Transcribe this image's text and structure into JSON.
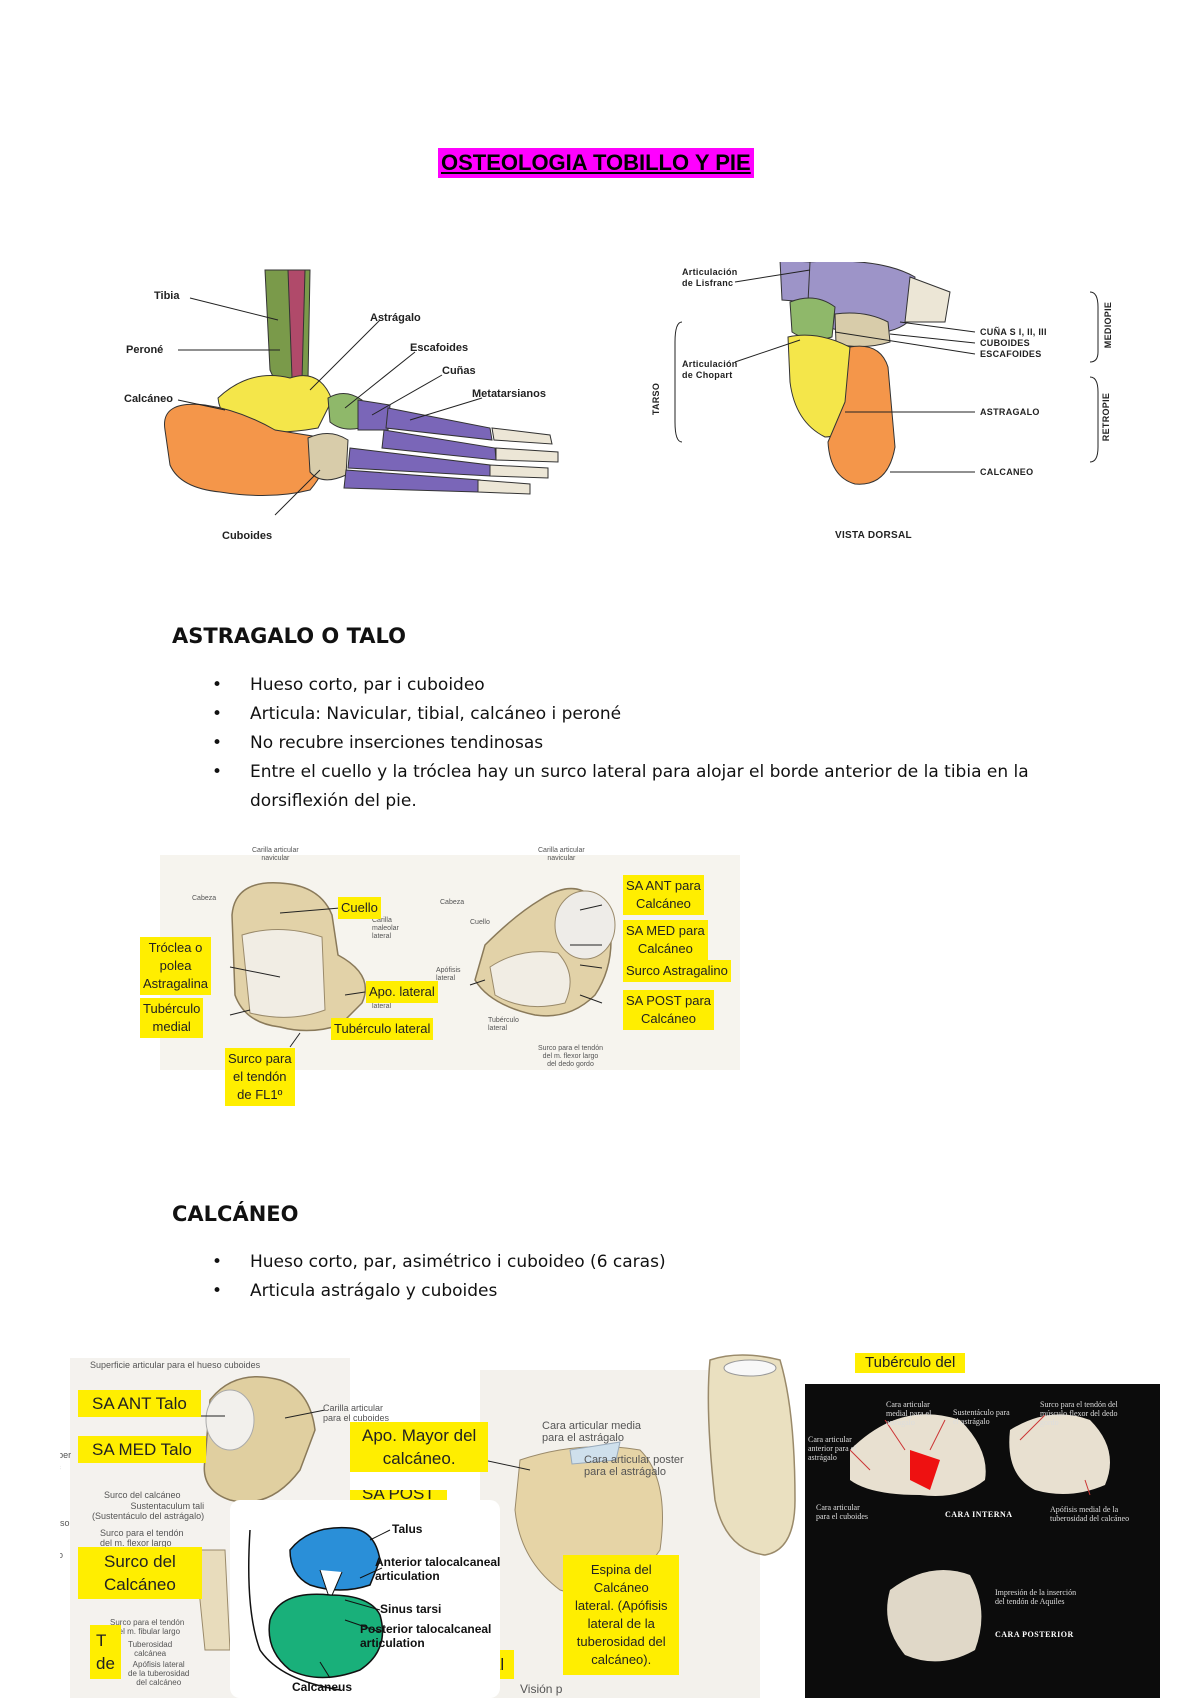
{
  "title": "OSTEOLOGIA TOBILLO Y PIE",
  "foot_lateral": {
    "labels": {
      "tibia": "Tibia",
      "perone": "Peroné",
      "calcaneo": "Calcáneo",
      "astragalo": "Astrágalo",
      "escafoides": "Escafoides",
      "cunas": "Cuñas",
      "metatarsianos": "Metatarsianos",
      "cuboides": "Cuboides"
    },
    "colors": {
      "tibia": "#7a9a4a",
      "perone": "#b04a6a",
      "astragalo": "#f4e64a",
      "calcaneo": "#f4964a",
      "escafoides": "#8fb86a",
      "cuboides": "#d8ccaa",
      "metatarsianos": "#7a66b8"
    }
  },
  "foot_dorsal": {
    "labels": {
      "lisfranc": [
        "Articulación",
        "de Lisfranc"
      ],
      "chopart": [
        "Articulación",
        "de Chopart"
      ],
      "tarso": "TARSO",
      "cunas": "CUÑA S I, II, III",
      "cuboides": "CUBOIDES",
      "escafoides": "ESCAFOIDES",
      "astragalo": "ASTRAGALO",
      "calcaneo": "CALCANEO",
      "medpie": "MEDIOPIE",
      "retropie": "RETROPIE",
      "vista": "VISTA DORSAL"
    }
  },
  "section_talus": {
    "heading": "ASTRAGALO O TALO",
    "bullets": [
      "Hueso corto, par i cuboideo",
      "Articula: Navicular, tibial, calcáneo i peroné",
      "No recubre inserciones tendinosas",
      "Entre el cuello y la tróclea hay un surco lateral para alojar el borde anterior de la tibia en la dorsiflexión del pie."
    ],
    "tags": {
      "cuello": "Cuello",
      "troclea": [
        "Tróclea o",
        "polea",
        "Astragalina"
      ],
      "tuberculo_medial": [
        "Tubérculo",
        "medial"
      ],
      "apo_lateral": "Apo. lateral",
      "tuberculo_lateral": "Tubérculo lateral",
      "surco_fl1": [
        "Surco para",
        "el tendón",
        "de FL1º"
      ],
      "sa_ant": [
        "SA ANT para",
        "Calcáneo"
      ],
      "sa_med": [
        "SA MED para",
        "Calcáneo"
      ],
      "surco_astragalino": "Surco Astragalino",
      "sa_post": [
        "SA POST para",
        "Calcáneo"
      ]
    },
    "small": {
      "carilla_navicular": [
        "Carilla articular",
        "navicular"
      ],
      "cabeza": "Cabeza",
      "carilla_maleolar": [
        "Carilla",
        "maleolar",
        "lateral"
      ],
      "lateral": "lateral",
      "cabeza2": "Cabeza",
      "cuello2": "Cuello",
      "apofisis": [
        "Apófisis",
        "lateral"
      ],
      "carilla2": [
        "Carilla articular",
        "navicular"
      ],
      "tuberculo_lat2": [
        "Tubérculo",
        "lateral"
      ],
      "surco_flexor": [
        "Surco para el tendón",
        "del m. flexor largo",
        "del dedo gordo"
      ]
    }
  },
  "section_calcaneus": {
    "heading": "CALCÁNEO",
    "bullets": [
      "Hueso corto, par, asimétrico i cuboideo (6 caras)",
      "Articula astrágalo y cuboides"
    ],
    "tags": {
      "sa_ant_talo": "SA ANT Talo",
      "sa_med_talo": "SA MED Talo",
      "apo_mayor": [
        "Apo. Mayor del",
        "calcáneo."
      ],
      "sa_post_partial": "SA POST",
      "surco_calcaneo": [
        "Surco del",
        "Calcáneo"
      ],
      "t_partial": [
        "T",
        "de"
      ],
      "peroneal": "peroneal",
      "espina": [
        "Espina del",
        "Calcáneo",
        "lateral. (Apófisis",
        "lateral de la",
        "tuberosidad del",
        "calcáneo)."
      ],
      "tuberculo_del": "Tubérculo del"
    },
    "small": {
      "superficie": "Superficie articular para el hueso cuboides",
      "carilla_cuboides": [
        "Carilla articular",
        "para el cuboides"
      ],
      "surco_calc": "Surco del calcáneo",
      "sustentaculum": [
        "Sustentaculum tali",
        "(Sustentáculo del astrágalo)"
      ],
      "surco_tendon": [
        "Surco para el tendón",
        "del m. flexor largo"
      ],
      "surco_fibular": [
        "Surco para el tendón",
        "del m. fibular largo"
      ],
      "tuberosidad": [
        "Tuberosidad",
        "calcánea"
      ],
      "apofisis_lateral": [
        "Apófisis lateral",
        "de la tuberosidad",
        "del calcáneo"
      ],
      "cara_media": [
        "Cara articular media",
        "para el astrágalo"
      ],
      "cara_poster": [
        "Cara articular poster",
        "para el astrágalo"
      ],
      "vision": "Visión p",
      "tuber_cut": "Tuber",
      "c_cut": "c",
      "eso_cut": "Eso",
      "lo_cut": "lo"
    },
    "inset": {
      "talus": "Talus",
      "anterior": [
        "Anterior talocalcaneal",
        "articulation"
      ],
      "sinus": "Sinus tarsi",
      "posterior": [
        "Posterior talocalcaneal",
        "articulation"
      ],
      "calcaneus": "Calcaneus"
    },
    "dark_panel": {
      "cara_articular_medial": [
        "Cara articular",
        "medial para el",
        "astrágalo"
      ],
      "sustentaculo": [
        "Sustentáculo para",
        "el astrágalo"
      ],
      "surco_flexor": [
        "Surco para el tendón del",
        "músculo flexor del dedo",
        "gordo"
      ],
      "cara_anterior": [
        "Cara articular",
        "anterior para el",
        "astrágalo"
      ],
      "cara_cuboides": [
        "Cara articular",
        "para el cuboides"
      ],
      "cara_interna": "CARA INTERNA",
      "apofisis_medial": [
        "Apófisis medial de la",
        "tuberosidad del calcáneo"
      ],
      "impresion": [
        "Impresión de la inserción",
        "del tendón de Aquiles"
      ],
      "cara_posterior": "CARA POSTERIOR"
    }
  }
}
